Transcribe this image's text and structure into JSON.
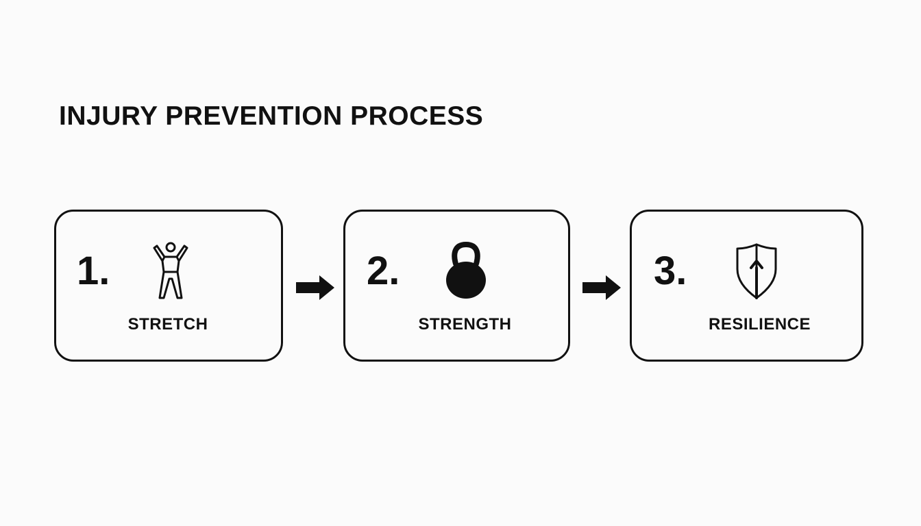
{
  "title": "INJURY PREVENTION PROCESS",
  "steps": [
    {
      "number": "1.",
      "label": "STRETCH",
      "icon": "person-stretch-icon"
    },
    {
      "number": "2.",
      "label": "STRENGTH",
      "icon": "kettlebell-icon"
    },
    {
      "number": "3.",
      "label": "RESILIENCE",
      "icon": "shield-arrow-icon"
    }
  ],
  "colors": {
    "background": "#fbfbfb",
    "ink": "#111111"
  }
}
